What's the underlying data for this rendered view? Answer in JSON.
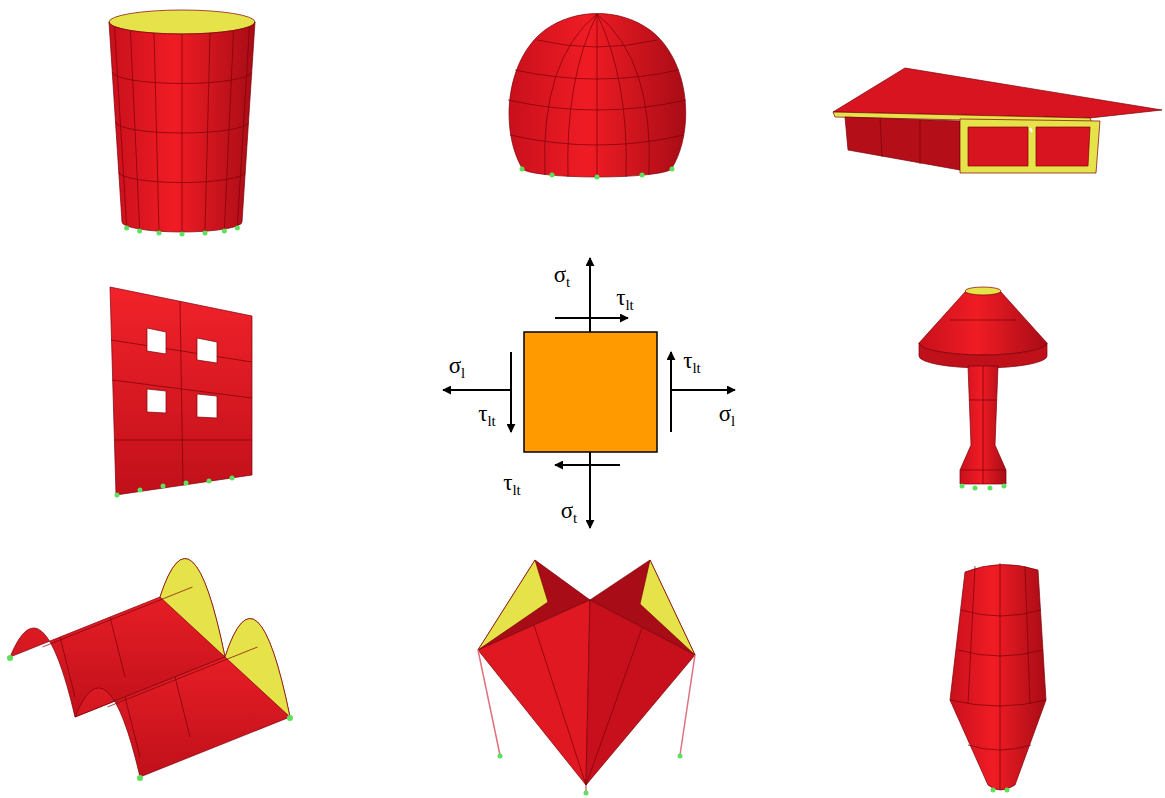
{
  "diagram": {
    "labels": [
      "σt",
      "τlt",
      "σl",
      "τlt",
      "τlt",
      "σl",
      "τlt",
      "σt"
    ]
  }
}
